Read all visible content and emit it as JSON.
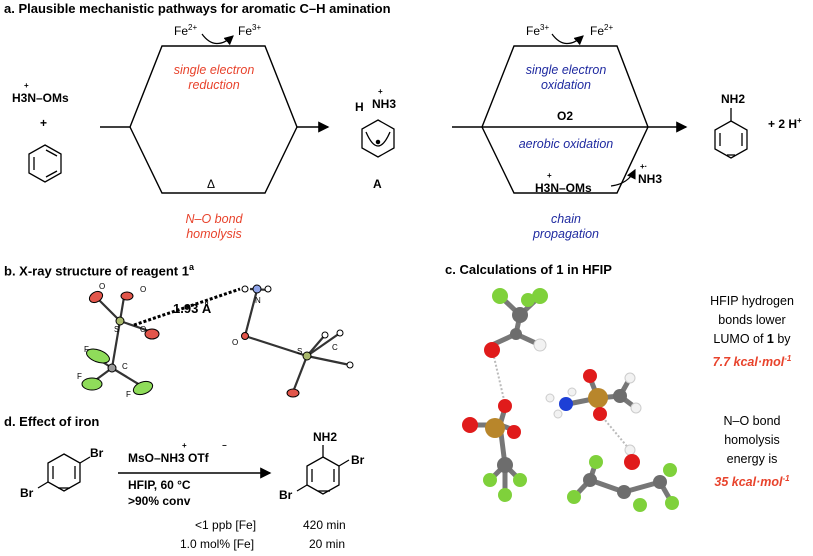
{
  "sections": {
    "a": "a. Plausible mechanistic pathways for aromatic C–H amination",
    "b": "b. X-ray structure of reagent 1",
    "b_sup": "a",
    "c": "c. Calculations of 1 in HFIP",
    "d": "d. Effect of iron"
  },
  "panel_a": {
    "fe2": "Fe",
    "fe2_sup": "2+",
    "fe3": "Fe",
    "fe3_sup": "3+",
    "left_upper_1": "single electron",
    "left_upper_2": "reduction",
    "delta": "Δ",
    "left_lower_1": "N–O bond",
    "left_lower_2": "homolysis",
    "reagent": "H3N–OMs",
    "plus": "+",
    "intermediate_label": "A",
    "intermediate_nh3": "NH3",
    "intermediate_h": "H",
    "right_fe3": "Fe",
    "right_fe3_sup": "3+",
    "right_fe2": "Fe",
    "right_fe2_sup": "2+",
    "right_upper_1": "single electron",
    "right_upper_2": "oxidation",
    "o2": "O2",
    "aerobic": "aerobic oxidation",
    "chain_reagent": "H3N–OMs",
    "nh3_radical": "NH3",
    "right_lower_1": "chain",
    "right_lower_2": "propagation",
    "product_nh2": "NH2",
    "plus_2h": "+ 2 H",
    "plus_2h_sup": "+"
  },
  "panel_b": {
    "distance": "1.93 Å",
    "atoms": [
      "O",
      "S",
      "O",
      "O",
      "F",
      "F",
      "C",
      "F",
      "N",
      "O",
      "S",
      "C"
    ]
  },
  "panel_c": {
    "text1_line1": "HFIP hydrogen",
    "text1_line2": "bonds lower",
    "text1_line3": "LUMO of",
    "text1_bold": "1",
    "text1_line3b": "by",
    "value1": "7.7 kcal·mol",
    "value1_sup": "-1",
    "text2_line1": "N–O bond",
    "text2_line2": "homolysis",
    "text2_line3": "energy is",
    "value2": "35 kcal·mol",
    "value2_sup": "-1"
  },
  "panel_d": {
    "br_top": "Br",
    "br_left": "Br",
    "reagent": "MsO–NH3 OTf",
    "cond1": "HFIP, 60 °C",
    "cond2": ">90% conv",
    "product_nh2": "NH2",
    "product_br1": "Br",
    "product_br2": "Br",
    "rows": [
      {
        "fe": "<1 ppb [Fe]",
        "time": "420 min"
      },
      {
        "fe": "1.0 mol% [Fe]",
        "time": "20 min"
      }
    ]
  },
  "colors": {
    "red": "#e8432c",
    "blue": "#1f2aa0",
    "fluorine_green": "#7fd13b",
    "oxygen_red": "#e01b1b",
    "sulfur_gold": "#b8862b",
    "carbon_gray": "#6d6d6d",
    "nitrogen_blue": "#1d3fd6",
    "hydrogen_white": "#f2f2f2"
  }
}
